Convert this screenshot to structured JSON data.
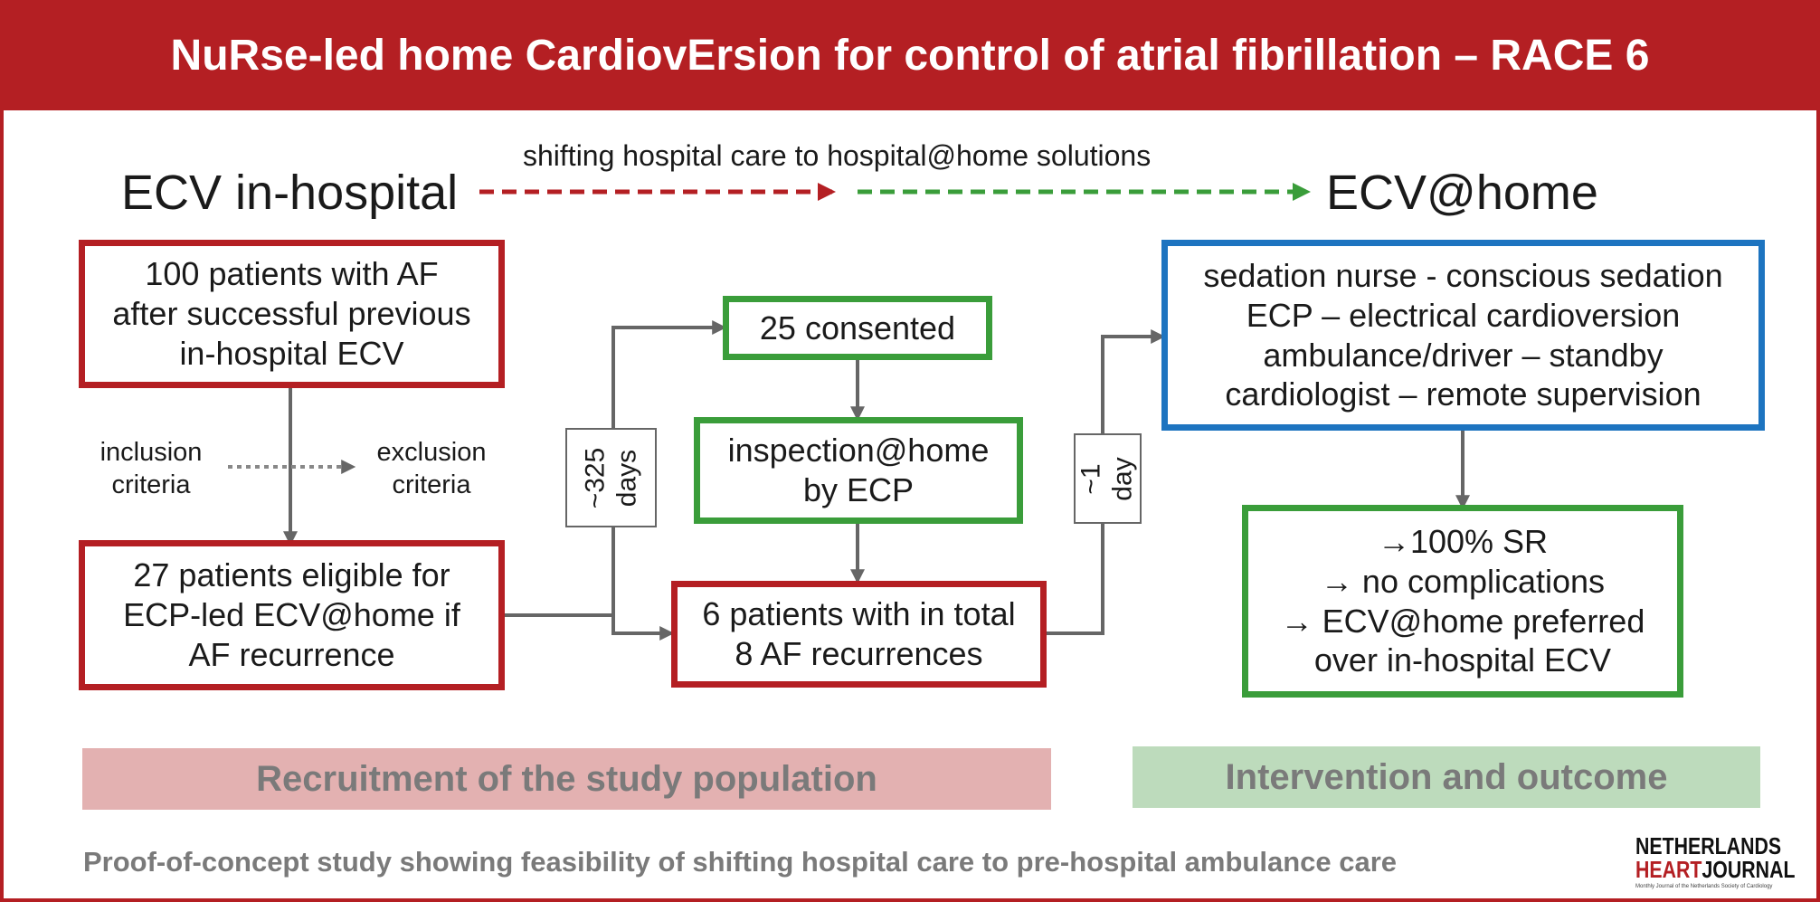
{
  "title": "NuRse-led home CardiovErsion for control of atrial fibrillation – RACE 6",
  "header": {
    "left_label": "ECV in-hospital",
    "right_label": "ECV@home",
    "shift_caption": "shifting hospital care to hospital@home solutions"
  },
  "recruitment": {
    "box_100": [
      "100 patients with AF",
      "after successful previous",
      "in-hospital ECV"
    ],
    "inclusion": [
      "inclusion",
      "criteria"
    ],
    "exclusion": [
      "exclusion",
      "criteria"
    ],
    "box_27": [
      "27 patients eligible for",
      "ECP-led ECV@home if",
      "AF recurrence"
    ],
    "days_325": [
      "~325",
      "days"
    ],
    "consented": "25 consented",
    "inspection": [
      "inspection@home",
      "by ECP"
    ],
    "recurrences": [
      "6 patients with in total",
      "8 AF recurrences"
    ],
    "days_1": [
      "~1",
      "day"
    ]
  },
  "intervention": {
    "team": [
      "sedation nurse - conscious sedation",
      "ECP – electrical cardioversion",
      "ambulance/driver – standby",
      "cardiologist – remote supervision"
    ],
    "outcome": [
      "→100% SR",
      "→ no complications",
      "→ ECV@home preferred",
      "over in-hospital ECV"
    ]
  },
  "sections": {
    "recruitment_label": "Recruitment of the study population",
    "intervention_label": "Intervention and outcome"
  },
  "footer": {
    "caption": "Proof-of-concept study showing feasibility of shifting hospital care to pre-hospital ambulance care",
    "logo_line1": "NETHERLANDS",
    "logo_line2a": "HEART",
    "logo_line2b": "JOURNAL",
    "logo_tagline": "Monthly Journal of the Netherlands Society of Cardiology"
  },
  "colors": {
    "brand_red": "#b41f23",
    "green": "#3a9d3a",
    "blue": "#1d74c0",
    "recruitment_strip": "#e3b1b1",
    "intervention_strip": "#bddbbc"
  }
}
